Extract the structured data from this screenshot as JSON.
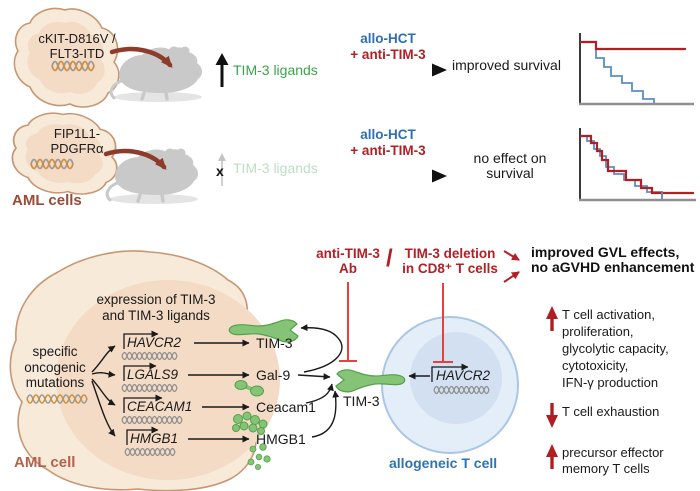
{
  "colors": {
    "accent_red": "#b21f24",
    "bright_red": "#e8403f",
    "blue": "#2e6fb3",
    "tcell_blue": "#2e74b5",
    "green_text": "#3aa44b",
    "pale_green": "#bcdfc5",
    "maroon": "#9a4a36",
    "km_red": "#b51d22",
    "km_blue": "#5b8ec4",
    "protein_green": "#85c477"
  },
  "top": {
    "row1": {
      "cell_line1": "cKIT-D816V /",
      "cell_line2": "FLT3-ITD",
      "ligands": "TIM-3 ligands",
      "treat1": "allo-HCT",
      "treat2": "+ anti-TIM-3",
      "outcome": "improved survival"
    },
    "row2": {
      "cell_line1": "FIP1L1-",
      "cell_line2": "PDGFRα",
      "ligands": "TIM-3 ligands",
      "block_mark": "x",
      "treat1": "allo-HCT",
      "treat2": "+ anti-TIM-3",
      "outcome_line1": "no effect on",
      "outcome_line2": "survival"
    },
    "aml_cells_label": "AML cells"
  },
  "bottom": {
    "interventions": {
      "ab_line1": "anti-TIM-3",
      "ab_line2": "Ab",
      "separator": "/",
      "del_line1": "TIM-3 deletion",
      "del_line2": "in CD8⁺ T cells",
      "outcome_line1": "improved GVL effects,",
      "outcome_line2": "no aGVHD enhancement"
    },
    "aml_cell": {
      "label": "AML cell",
      "expr_line1": "expression of TIM-3",
      "expr_line2": "and TIM-3 ligands",
      "mut_line1": "specific",
      "mut_line2": "oncogenic",
      "mut_line3": "mutations",
      "genes": [
        "HAVCR2",
        "LGALS9",
        "CEACAM1",
        "HMGB1"
      ],
      "products": [
        "TIM-3",
        "Gal-9",
        "Ceacam1",
        "HMGB1"
      ]
    },
    "t_cell": {
      "gene": "HAVCR2",
      "receptor": "TIM-3",
      "label": "allogeneic T cell"
    },
    "effects": [
      {
        "direction": "up",
        "lines": [
          "T cell activation,",
          "proliferation,",
          "glycolytic capacity,",
          "cytotoxicity,",
          "IFN-γ production"
        ]
      },
      {
        "direction": "down",
        "lines": [
          "T cell exhaustion"
        ]
      },
      {
        "direction": "up",
        "lines": [
          "precursor effector",
          "memory T cells"
        ]
      }
    ]
  },
  "survival_plots": [
    {
      "label": "improved survival plot",
      "axis": {
        "x": 580,
        "top": 33,
        "bottom": 104,
        "right": 694
      },
      "series": [
        {
          "color_key": "km_blue",
          "points": [
            [
              596,
              49
            ],
            [
              596,
              58
            ],
            [
              604,
              58
            ],
            [
              604,
              67
            ],
            [
              611,
              67
            ],
            [
              611,
              76
            ],
            [
              622,
              76
            ],
            [
              622,
              83
            ],
            [
              632,
              83
            ],
            [
              632,
              91
            ],
            [
              643,
              91
            ],
            [
              643,
              99
            ],
            [
              654,
              99
            ],
            [
              654,
              103
            ]
          ]
        },
        {
          "color_key": "km_red",
          "points": [
            [
              580,
              42
            ],
            [
              596,
              42
            ],
            [
              596,
              49
            ],
            [
              686,
              49
            ]
          ]
        }
      ]
    },
    {
      "label": "no effect plot",
      "axis": {
        "x": 580,
        "top": 128,
        "bottom": 200,
        "right": 696
      },
      "series": [
        {
          "color_key": "km_blue",
          "points": [
            [
              580,
              136
            ],
            [
              587,
              136
            ],
            [
              587,
              141
            ],
            [
              594,
              141
            ],
            [
              594,
              149
            ],
            [
              600,
              149
            ],
            [
              600,
              156
            ],
            [
              606,
              156
            ],
            [
              606,
              167
            ],
            [
              614,
              167
            ],
            [
              614,
              174
            ],
            [
              624,
              174
            ],
            [
              624,
              180
            ],
            [
              635,
              180
            ],
            [
              635,
              186
            ],
            [
              647,
              186
            ],
            [
              647,
              192
            ],
            [
              662,
              192
            ],
            [
              662,
              199
            ]
          ]
        },
        {
          "color_key": "km_red",
          "points": [
            [
              580,
              136
            ],
            [
              591,
              136
            ],
            [
              591,
              143
            ],
            [
              597,
              143
            ],
            [
              597,
              151
            ],
            [
              602,
              151
            ],
            [
              602,
              160
            ],
            [
              608,
              160
            ],
            [
              608,
              171
            ],
            [
              626,
              171
            ],
            [
              626,
              180
            ],
            [
              641,
              180
            ],
            [
              641,
              188
            ],
            [
              652,
              188
            ],
            [
              652,
              193
            ],
            [
              694,
              193
            ]
          ]
        }
      ],
      "censor_tick": [
        662,
        191,
        662,
        199
      ]
    }
  ]
}
